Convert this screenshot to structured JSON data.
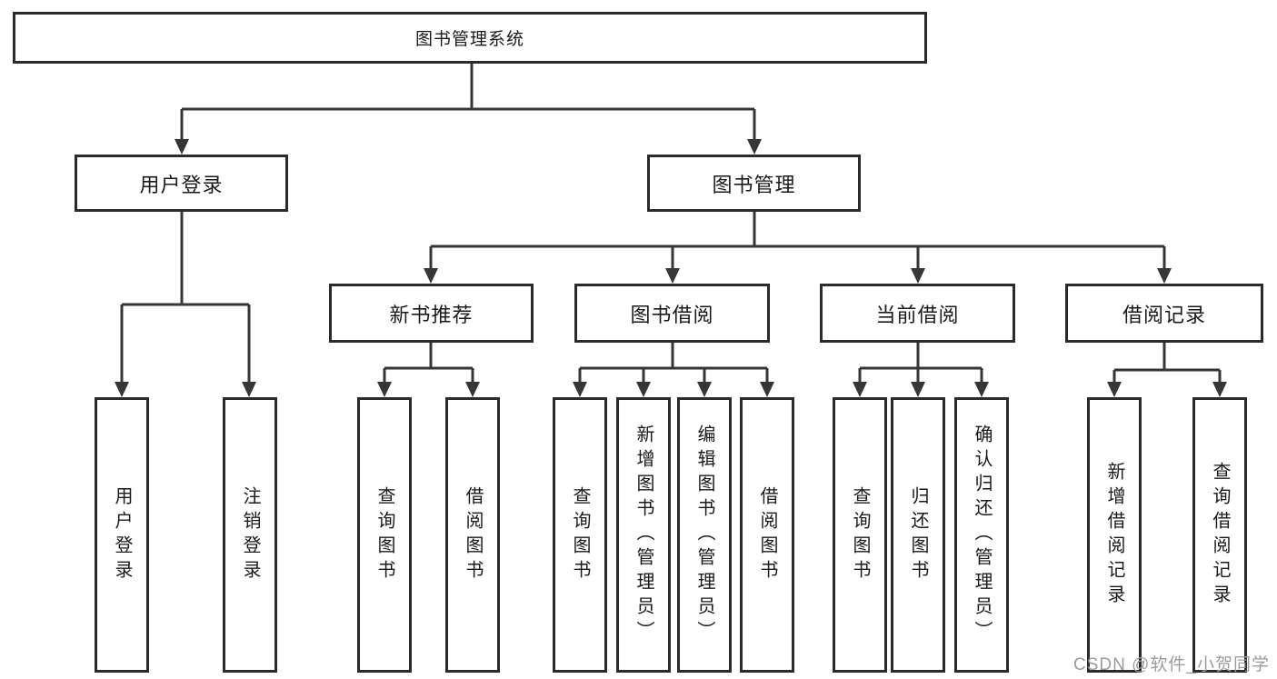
{
  "tree": {
    "root": {
      "label": "图书管理系统"
    },
    "login": {
      "label": "用户登录",
      "leaves": [
        "用户登录",
        "注销登录"
      ]
    },
    "mgmt": {
      "label": "图书管理",
      "children": [
        {
          "label": "新书推荐",
          "leaves": [
            "查询图书",
            "借阅图书"
          ]
        },
        {
          "label": "图书借阅",
          "leaves": [
            "查询图书",
            "新增图书（管理员）",
            "编辑图书（管理员）",
            "借阅图书"
          ]
        },
        {
          "label": "当前借阅",
          "leaves": [
            "查询图书",
            "归还图书",
            "确认归还（管理员）"
          ]
        },
        {
          "label": "借阅记录",
          "leaves": [
            "新增借阅记录",
            "查询借阅记录"
          ]
        }
      ]
    }
  },
  "watermark": {
    "text": "CSDN @软件_小贺同学"
  },
  "colors": {
    "line": "#363636",
    "border": "#2b2b2b",
    "text": "#1a1a1a",
    "watermark": "#9c9c9c",
    "background": "#ffffff"
  }
}
